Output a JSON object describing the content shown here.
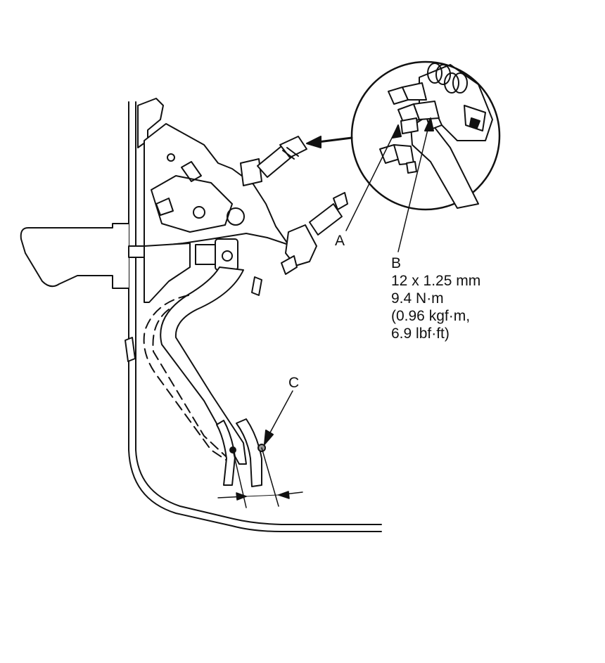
{
  "callouts": {
    "a": "A",
    "b": "B",
    "c": "C"
  },
  "torque_spec": {
    "thread": "12 x 1.25 mm",
    "torque_nm": "9.4 N·m",
    "torque_kgf": "(0.96 kgf·m,",
    "torque_lbf": "6.9 lbf·ft)"
  },
  "colors": {
    "line": "#111111",
    "fill": "#ffffff",
    "shade": "#9a9a9a"
  }
}
